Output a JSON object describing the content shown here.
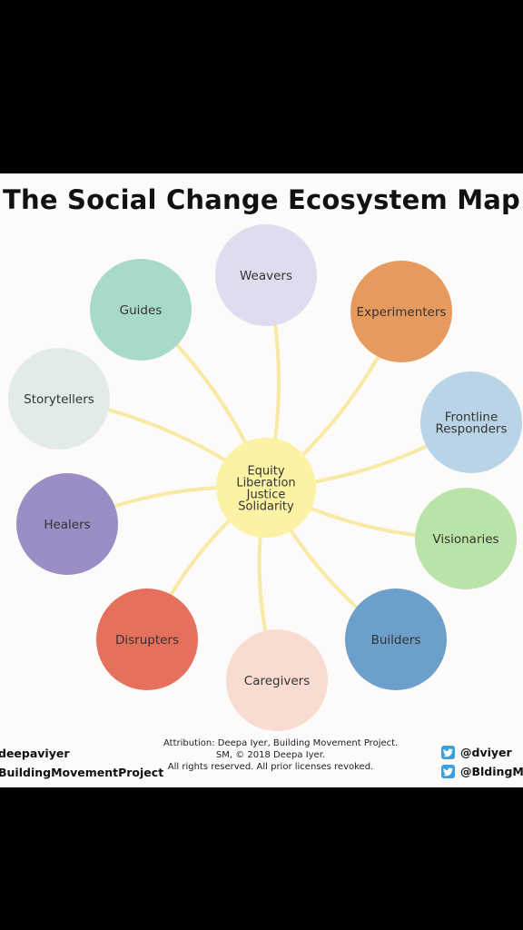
{
  "title": "The Social Change Ecosystem Map",
  "center": {
    "lines": [
      "Equity",
      "Liberation",
      "Justice",
      "Solidarity"
    ],
    "color": "#fbf3a3"
  },
  "roles": [
    {
      "id": "weavers",
      "lines": [
        "Weavers"
      ],
      "color": "#dedcee"
    },
    {
      "id": "experimenters",
      "lines": [
        "Experimenters"
      ],
      "color": "#e69a5e"
    },
    {
      "id": "frontline-responders",
      "lines": [
        "Frontline",
        "Responders"
      ],
      "color": "#b9d4e6"
    },
    {
      "id": "visionaries",
      "lines": [
        "Visionaries"
      ],
      "color": "#b9e3a9"
    },
    {
      "id": "builders",
      "lines": [
        "Builders"
      ],
      "color": "#6c9fc9"
    },
    {
      "id": "caregivers",
      "lines": [
        "Caregivers"
      ],
      "color": "#f8dcd2"
    },
    {
      "id": "disrupters",
      "lines": [
        "Disrupters"
      ],
      "color": "#e5705e"
    },
    {
      "id": "healers",
      "lines": [
        "Healers"
      ],
      "color": "#9a8ec4"
    },
    {
      "id": "storytellers",
      "lines": [
        "Storytellers"
      ],
      "color": "#e3ebea"
    },
    {
      "id": "guides",
      "lines": [
        "Guides"
      ],
      "color": "#a8dac8"
    }
  ],
  "attribution": [
    "Attribution: Deepa Iyer, Building Movement Project.",
    "SM, © 2018 Deepa Iyer.",
    "All rights reserved. All prior licenses revoked."
  ],
  "left_handles": [
    "deepaviyer",
    "BuildingMovementProject"
  ],
  "twitter": [
    {
      "handle": "@dviyer",
      "icon": "twitter-bird-icon"
    },
    {
      "handle": "@BldingMo",
      "icon": "twitter-bird-icon"
    }
  ],
  "colors": {
    "page": "#000000",
    "card": "#fcfbf9",
    "connector": "#f8eaa4",
    "twitter": "#3a9fdc"
  }
}
